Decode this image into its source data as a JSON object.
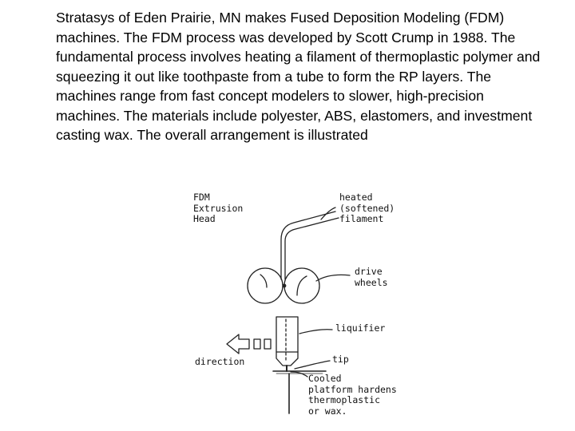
{
  "description_text": "Stratasys of Eden Prairie, MN makes Fused Deposition Modeling (FDM) machines. The FDM process was developed by Scott Crump in 1988. The fundamental process involves heating a filament of thermoplastic polymer and squeezing it out like toothpaste from a tube to form the RP layers. The machines range from fast concept modelers to slower, high-precision machines. The materials include polyester, ABS, elastomers, and investment casting wax. The overall arrangement is illustrated",
  "diagram": {
    "labels": {
      "head": "FDM\nExtrusion\nHead",
      "filament": "heated\n(softened)\nfilament",
      "drive_wheels": "drive\nwheels",
      "liquifier": "liquifier",
      "direction": "direction",
      "tip": "tip",
      "platform": "Cooled\nplatform hardens\nthermoplastic\nor wax."
    },
    "colors": {
      "ink": "#222222",
      "background": "#ffffff"
    }
  }
}
